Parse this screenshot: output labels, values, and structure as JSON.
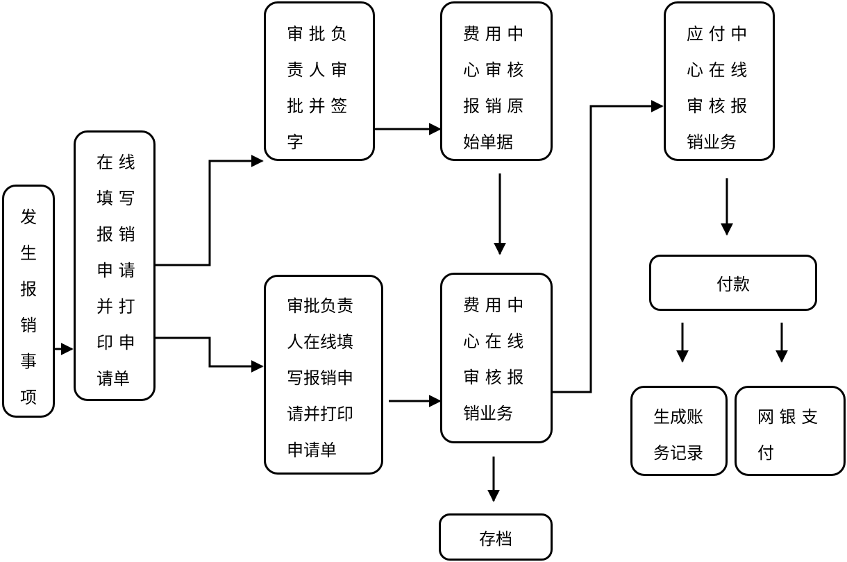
{
  "nodes": {
    "start": {
      "lines": [
        "发",
        "生",
        "报",
        "销",
        "事",
        "项"
      ]
    },
    "fill": {
      "lines": [
        "在 线",
        "填 写",
        "报 销",
        "申 请",
        "并 打",
        "印 申",
        "请单"
      ]
    },
    "approve_sign": {
      "lines": [
        "审 批 负",
        "责 人 审",
        "批 并 签",
        "字"
      ]
    },
    "approve_online": {
      "lines": [
        "审批负责",
        "人在线填",
        "写报销申",
        "请并打印",
        "申请单"
      ]
    },
    "cost_orig": {
      "lines": [
        "费 用 中",
        "心 审 核",
        "报 销 原",
        "始单据"
      ]
    },
    "cost_online": {
      "lines": [
        "费 用 中",
        "心 在 线",
        "审 核 报",
        "销业务"
      ]
    },
    "archive": {
      "label": "存档"
    },
    "payable": {
      "lines": [
        "应 付 中",
        "心 在 线",
        "审 核 报",
        "销业务"
      ]
    },
    "payment": {
      "label": "付款"
    },
    "ledger": {
      "lines": [
        "生成账",
        "务记录"
      ]
    },
    "ebank": {
      "lines": [
        "网 银 支",
        "付"
      ]
    }
  }
}
